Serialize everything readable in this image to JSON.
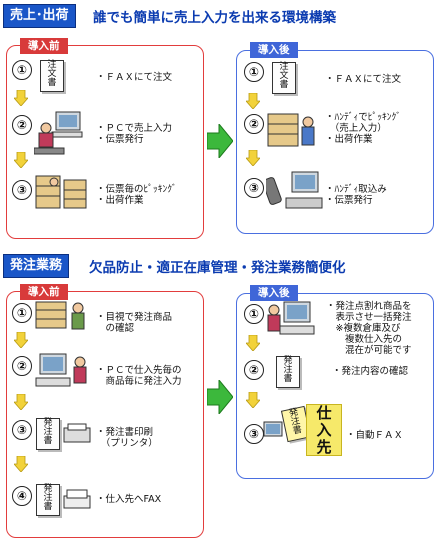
{
  "sections": [
    {
      "badge": "売上･出荷",
      "tagline": "誰でも簡単に売上入力を出来る環境構築",
      "before": {
        "title": "導入前",
        "steps": [
          {
            "num": "①",
            "doc": "注\n文\n書",
            "text": "・ＦＡＸにて注文"
          },
          {
            "num": "②",
            "text": "・ＰＣで売上入力\n・伝票発行"
          },
          {
            "num": "③",
            "text": "・伝票毎のﾋﾟｯｷﾝｸﾞ\n・出荷作業"
          }
        ]
      },
      "after": {
        "title": "導入後",
        "steps": [
          {
            "num": "①",
            "doc": "注\n文\n書",
            "text": "・ＦＡＸにて注文"
          },
          {
            "num": "②",
            "text": "・ﾊﾝﾃﾞｨでﾋﾟｯｷﾝｸﾞ\n　（売上入力）\n・出荷作業"
          },
          {
            "num": "③",
            "text": "・ﾊﾝﾃﾞｨ取込み\n・伝票発行"
          }
        ]
      }
    },
    {
      "badge": "発注業務",
      "tagline": "欠品防止・適正在庫管理・発注業務簡便化",
      "before": {
        "title": "導入前",
        "steps": [
          {
            "num": "①",
            "text": "・目視で発注商品\n　の確認"
          },
          {
            "num": "②",
            "text": "・ＰＣで仕入先毎の\n　商品毎に発注入力"
          },
          {
            "num": "③",
            "doc": "発\n注\n書",
            "text": "・発注書印刷\n　（プリンタ）"
          },
          {
            "num": "④",
            "doc": "発\n注\n書",
            "text": "・仕入先へFAX"
          }
        ]
      },
      "after": {
        "title": "導入後",
        "steps": [
          {
            "num": "①",
            "text": "・発注点割れ商品を\n　表示させ一括発注\n　※複数倉庫及び\n　　複数仕入先の\n　　混在が可能です"
          },
          {
            "num": "②",
            "doc": "発\n注\n書",
            "text": "・発注内容の確認"
          },
          {
            "num": "③",
            "doc": "発\n注\n書",
            "shiire": "仕\n入\n先",
            "text": "・自動ＦＡＸ"
          }
        ]
      }
    }
  ],
  "colors": {
    "badge": "#1a56c8",
    "before_border": "#e23d3d",
    "after_border": "#4a6fe0",
    "flow_arrow": "#3cb83c",
    "down_arrow": "#f2d23a"
  }
}
